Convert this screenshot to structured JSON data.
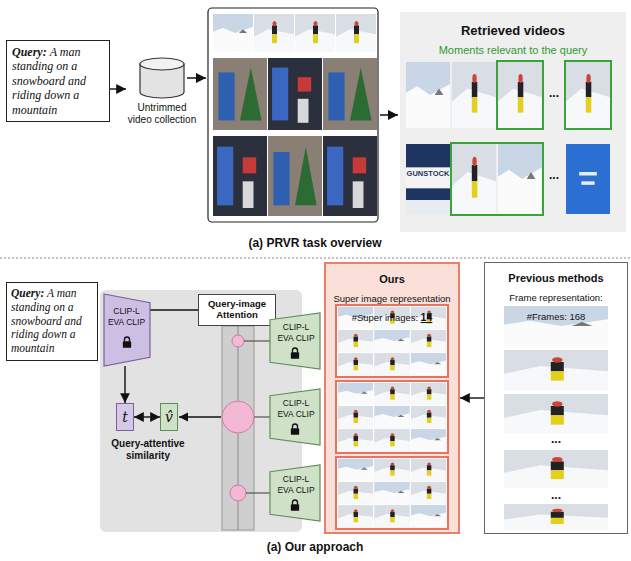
{
  "diagram": {
    "nodes": [
      {
        "text": [
          "Query:",
          "A man standing on a snowboard and riding down a mountain"
        ]
      },
      {
        "text": [
          "Untrimmed video collection"
        ]
      },
      {
        "text": [
          "Retrieved videos",
          "Moments relevant to the query"
        ]
      },
      {
        "text": [
          "Query:",
          "A man standing on a snowboard and riding down a mountain"
        ]
      },
      {
        "text": [
          "CLIP-L EVA CLIP"
        ]
      },
      {
        "text": [
          "Query-image Attention"
        ]
      },
      {
        "text": [
          "t"
        ]
      },
      {
        "text": [
          "v̂"
        ]
      },
      {
        "text": [
          "CLIP-L EVA CLIP"
        ]
      },
      {
        "text": [
          "CLIP-L EVA CLIP"
        ]
      },
      {
        "text": [
          "CLIP-L EVA CLIP"
        ]
      },
      {
        "text": [
          "Ours",
          "Super image representation",
          "#Super images:",
          "14"
        ]
      },
      {
        "text": [
          "Previous methods",
          "Frame representation:",
          "#Frames: 168"
        ]
      }
    ],
    "edges": [
      {
        "from": 0,
        "to": 1,
        "arrow": "to"
      },
      {
        "from": 4,
        "to": 5,
        "arrow": "none"
      },
      {
        "from": 4,
        "to": 6,
        "arrow": "to"
      },
      {
        "from": 6,
        "to": 7,
        "arrow": "both"
      },
      {
        "from": 12,
        "to": 11,
        "arrow": "to"
      }
    ],
    "labels": [
      "GUNSTOCK",
      "...",
      "...",
      "(a) PRVR task overview",
      "Query-attentive similarity",
      "...",
      "...",
      "(a) Our approach"
    ]
  }
}
